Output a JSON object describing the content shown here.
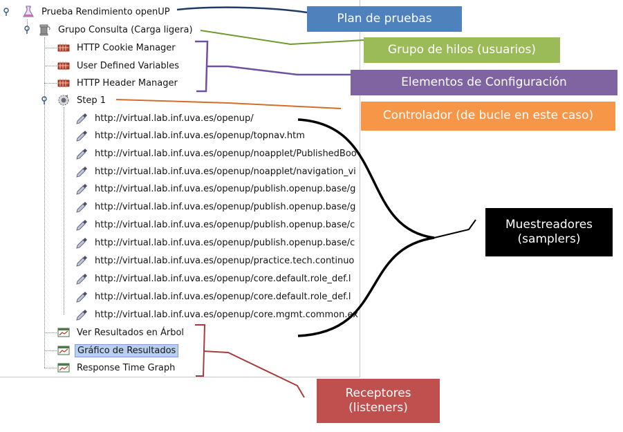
{
  "tree": {
    "plan": {
      "label": "Prueba Rendimiento openUP",
      "icon": "flask-icon"
    },
    "thread_group": {
      "label": "Grupo Consulta (Carga ligera)",
      "icon": "spool-icon"
    },
    "config_elements": [
      {
        "label": "HTTP Cookie Manager",
        "icon": "config-icon"
      },
      {
        "label": "User Defined Variables",
        "icon": "config-icon"
      },
      {
        "label": "HTTP Header Manager",
        "icon": "config-icon"
      }
    ],
    "controller": {
      "label": "Step 1",
      "icon": "controller-icon"
    },
    "samplers": [
      {
        "label": "http://virtual.lab.inf.uva.es/openup/",
        "icon": "pipette-icon"
      },
      {
        "label": "http://virtual.lab.inf.uva.es/openup/topnav.htm",
        "icon": "pipette-icon"
      },
      {
        "label": "http://virtual.lab.inf.uva.es/openup/noapplet/PublishedBoo",
        "icon": "pipette-icon"
      },
      {
        "label": "http://virtual.lab.inf.uva.es/openup/noapplet/navigation_vi",
        "icon": "pipette-icon"
      },
      {
        "label": "http://virtual.lab.inf.uva.es/openup/publish.openup.base/g",
        "icon": "pipette-icon"
      },
      {
        "label": "http://virtual.lab.inf.uva.es/openup/publish.openup.base/g",
        "icon": "pipette-icon"
      },
      {
        "label": "http://virtual.lab.inf.uva.es/openup/publish.openup.base/c",
        "icon": "pipette-icon"
      },
      {
        "label": "http://virtual.lab.inf.uva.es/openup/publish.openup.base/c",
        "icon": "pipette-icon"
      },
      {
        "label": "http://virtual.lab.inf.uva.es/openup/practice.tech.continuo",
        "icon": "pipette-icon"
      },
      {
        "label": "http://virtual.lab.inf.uva.es/openup/core.default.role_def.l",
        "icon": "pipette-icon"
      },
      {
        "label": "http://virtual.lab.inf.uva.es/openup/core.default.role_def.l",
        "icon": "pipette-icon"
      },
      {
        "label": "http://virtual.lab.inf.uva.es/openup/core.mgmt.common.ex",
        "icon": "pipette-icon"
      }
    ],
    "listeners": [
      {
        "label": "Ver Resultados en Árbol",
        "icon": "listener-icon"
      },
      {
        "label": "Gráfico de Resultados",
        "icon": "listener-icon",
        "selected": true
      },
      {
        "label": "Response Time Graph",
        "icon": "listener-icon"
      }
    ]
  },
  "callouts": {
    "plan": {
      "text": "Plan de pruebas",
      "color": "#4f81bd"
    },
    "thread_group": {
      "text": "Grupo de hilos (usuarios)",
      "color": "#9bbb59"
    },
    "config": {
      "text": "Elementos de Configuración",
      "color": "#8064a2"
    },
    "controller": {
      "text": "Controlador (de bucle en este caso)",
      "color": "#f79646"
    },
    "samplers": {
      "text": "Muestreadores (samplers)",
      "color": "#000000"
    },
    "listeners": {
      "text": "Receptores (listeners)",
      "color": "#c0504d"
    }
  }
}
